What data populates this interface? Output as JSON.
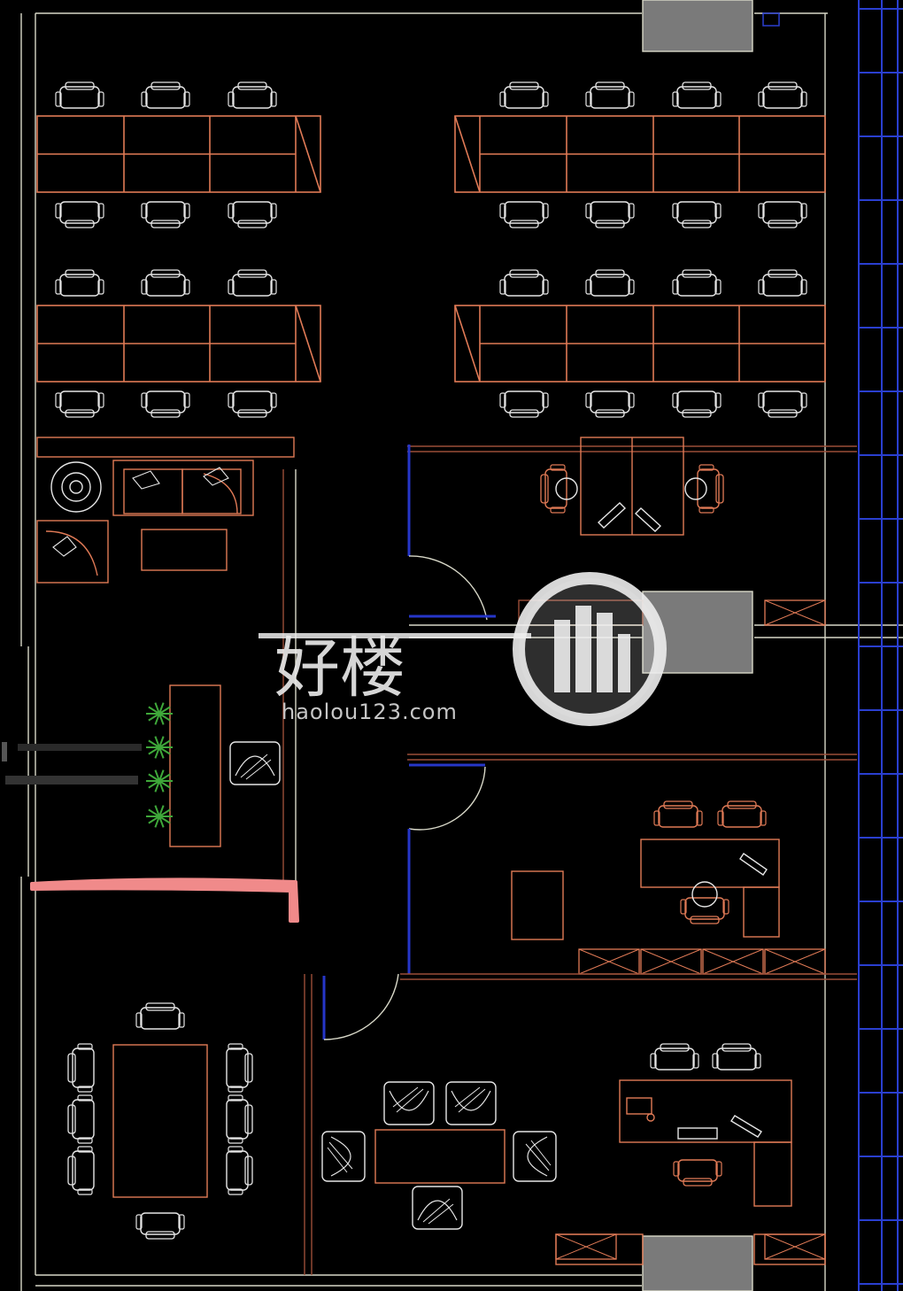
{
  "watermark": {
    "brand_cn": "好楼",
    "url": "haolou123.com"
  },
  "colors": {
    "background": "#000000",
    "wall": "#d8d8c8",
    "furniture": "#e07a56",
    "furniture_dark": "#9a4e38",
    "chair": "#e6e6e6",
    "window": "#2a3fd0",
    "door": "#2636c8",
    "column": "#7a7a7a",
    "highlight": "#f08a8a",
    "plant": "#3fa83a"
  },
  "rooms": [
    {
      "id": "open-office",
      "workstations": 28
    },
    {
      "id": "lounge",
      "sofas": 2
    },
    {
      "id": "reception"
    },
    {
      "id": "office-1",
      "desks": 2
    },
    {
      "id": "office-2"
    },
    {
      "id": "meeting-room",
      "seats": 8
    },
    {
      "id": "manager-office"
    }
  ]
}
